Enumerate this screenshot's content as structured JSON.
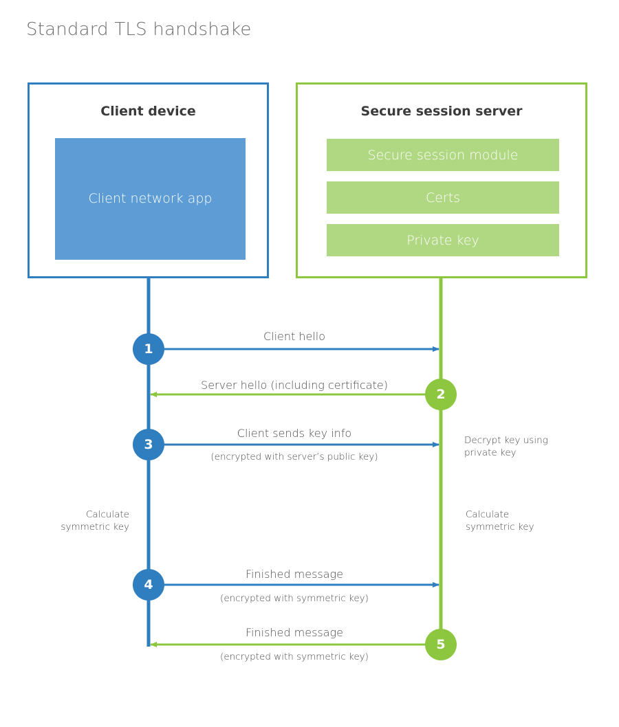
{
  "title": "Standard TLS handshake",
  "colors": {
    "client_accent": "#2f7ec0",
    "client_fill": "#5d9cd5",
    "server_accent": "#8dc63f",
    "server_fill": "#b0d782",
    "text": "#4a4a4a",
    "title_text": "#6d6d6d",
    "background": "#ffffff"
  },
  "client": {
    "title": "Client device",
    "app_label": "Client network app"
  },
  "server": {
    "title": "Secure session server",
    "items": [
      {
        "label": "Secure session module"
      },
      {
        "label": "Certs"
      },
      {
        "label": "Private key"
      }
    ]
  },
  "steps": [
    {
      "number": "1",
      "label": "Client hello",
      "sub": "",
      "direction": "client-to-server",
      "actor": "client"
    },
    {
      "number": "2",
      "label": "Server hello (including certificate)",
      "sub": "",
      "direction": "server-to-client",
      "actor": "server"
    },
    {
      "number": "3",
      "label": "Client sends key info",
      "sub": "(encrypted with server’s public key)",
      "direction": "client-to-server",
      "actor": "client"
    },
    {
      "number": "4",
      "label": "Finished message",
      "sub": "(encrypted with symmetric key)",
      "direction": "client-to-server",
      "actor": "client"
    },
    {
      "number": "5",
      "label": "Finished message",
      "sub": "(encrypted with symmetric key)",
      "direction": "server-to-client",
      "actor": "server"
    }
  ],
  "notes": {
    "decrypt_key": "Decrypt key using\nprivate key",
    "decrypt_key_line1": "Decrypt key using",
    "decrypt_key_line2": "private key",
    "client_calc_line1": "Calculate",
    "client_calc_line2": "symmetric key",
    "server_calc_line1": "Calculate",
    "server_calc_line2": "symmetric key"
  }
}
